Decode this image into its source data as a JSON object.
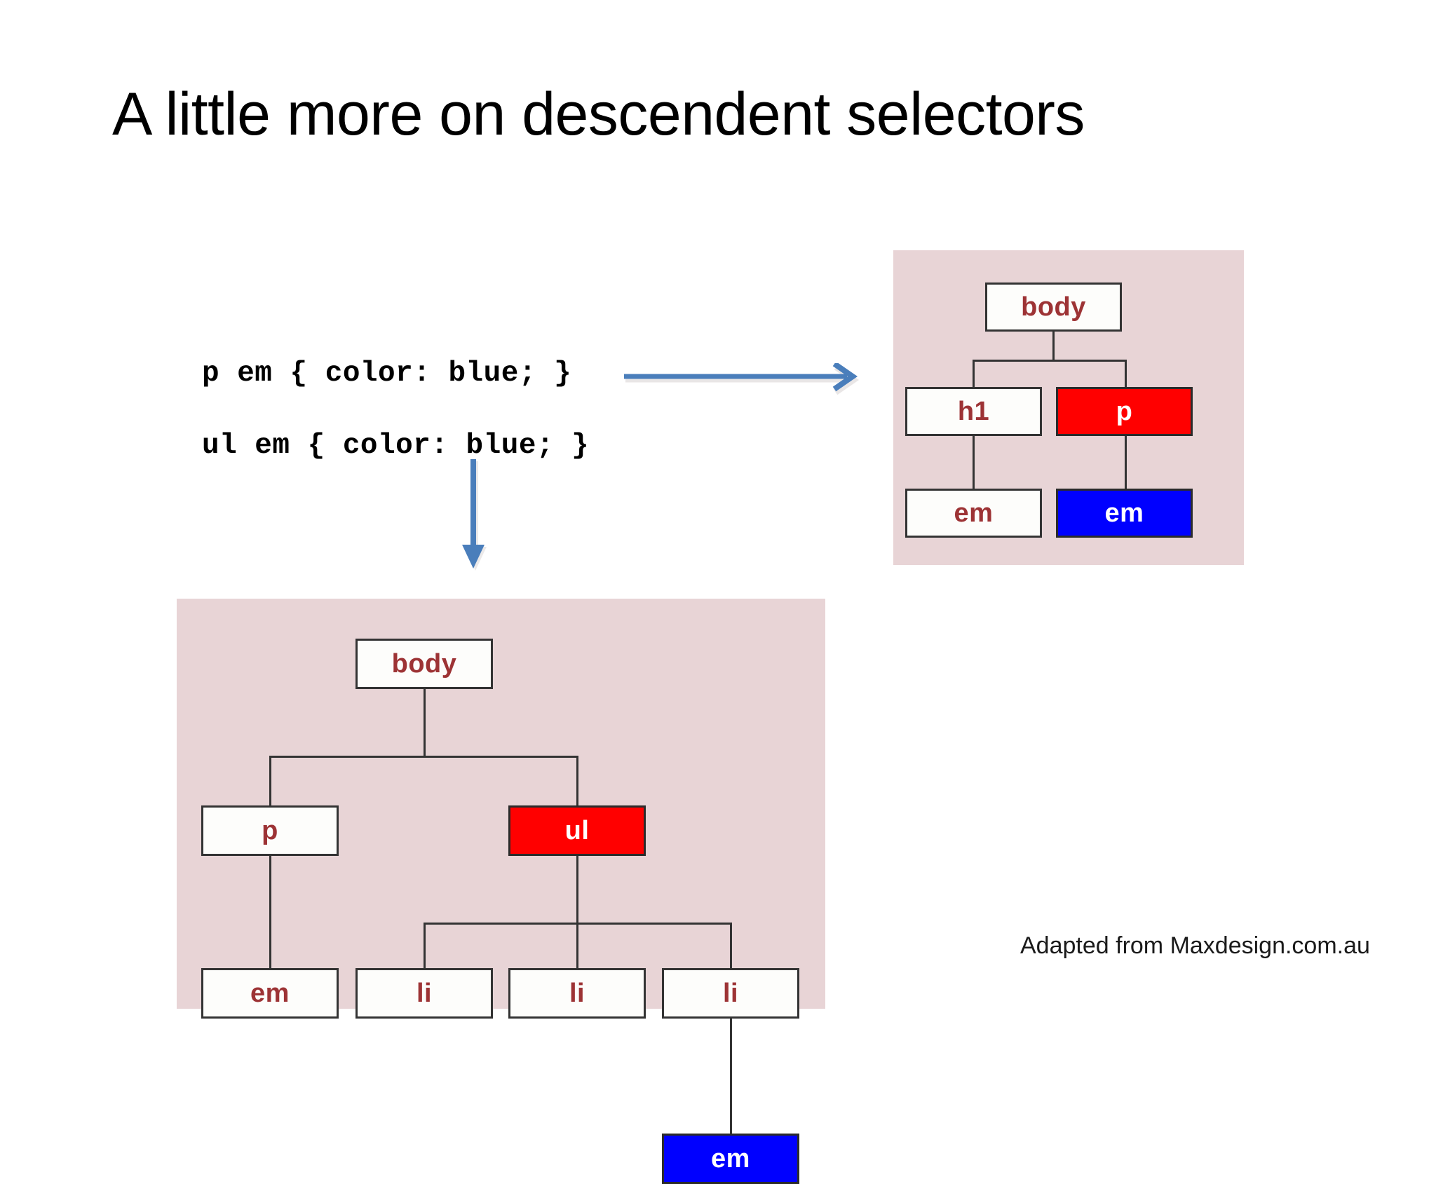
{
  "slide": {
    "title": "A little more on descendent selectors",
    "attribution": "Adapted from Maxdesign.com.au",
    "background_color": "#ffffff"
  },
  "code_block": {
    "lines": [
      {
        "text": "p em { color: blue; }"
      },
      {
        "text": "ul em { color: blue; }"
      }
    ]
  },
  "arrows": [
    {
      "name": "arrow-right",
      "direction": "right",
      "color": "#4a7ebb",
      "from": "p em rule",
      "to": "top-right diagram"
    },
    {
      "name": "arrow-down",
      "direction": "down",
      "color": "#4a7ebb",
      "from": "ul em rule",
      "to": "bottom-left diagram"
    }
  ],
  "diagrams": [
    {
      "id": "top-right",
      "panel_color": "#e8d4d6",
      "nodes": [
        {
          "id": "tr-body",
          "label": "body",
          "state": "default"
        },
        {
          "id": "tr-h1",
          "label": "h1",
          "state": "default"
        },
        {
          "id": "tr-p",
          "label": "p",
          "state": "selector-match"
        },
        {
          "id": "tr-em1",
          "label": "em",
          "state": "default"
        },
        {
          "id": "tr-em2",
          "label": "em",
          "state": "styled"
        }
      ],
      "edges": [
        {
          "from": "tr-body",
          "to": "tr-h1"
        },
        {
          "from": "tr-body",
          "to": "tr-p"
        },
        {
          "from": "tr-h1",
          "to": "tr-em1"
        },
        {
          "from": "tr-p",
          "to": "tr-em2"
        }
      ]
    },
    {
      "id": "bottom-left",
      "panel_color": "#e8d4d6",
      "nodes": [
        {
          "id": "bl-body",
          "label": "body",
          "state": "default"
        },
        {
          "id": "bl-p",
          "label": "p",
          "state": "default"
        },
        {
          "id": "bl-ul",
          "label": "ul",
          "state": "selector-match"
        },
        {
          "id": "bl-em1",
          "label": "em",
          "state": "default"
        },
        {
          "id": "bl-li1",
          "label": "li",
          "state": "default"
        },
        {
          "id": "bl-li2",
          "label": "li",
          "state": "default"
        },
        {
          "id": "bl-li3",
          "label": "li",
          "state": "default"
        },
        {
          "id": "bl-em2",
          "label": "em",
          "state": "styled"
        }
      ],
      "edges": [
        {
          "from": "bl-body",
          "to": "bl-p"
        },
        {
          "from": "bl-body",
          "to": "bl-ul"
        },
        {
          "from": "bl-p",
          "to": "bl-em1"
        },
        {
          "from": "bl-ul",
          "to": "bl-li1"
        },
        {
          "from": "bl-ul",
          "to": "bl-li2"
        },
        {
          "from": "bl-ul",
          "to": "bl-li3"
        },
        {
          "from": "bl-li3",
          "to": "bl-em2"
        }
      ]
    }
  ],
  "colors": {
    "node_default_bg": "#fdfdfb",
    "node_default_text": "#9d3335",
    "node_match_bg": "#ff0000",
    "node_styled_bg": "#0000ff",
    "node_highlight_text": "#ffffff",
    "node_border": "#333333",
    "panel_bg": "#e8d4d6",
    "arrow": "#4a7ebb",
    "title_text": "#000000"
  }
}
